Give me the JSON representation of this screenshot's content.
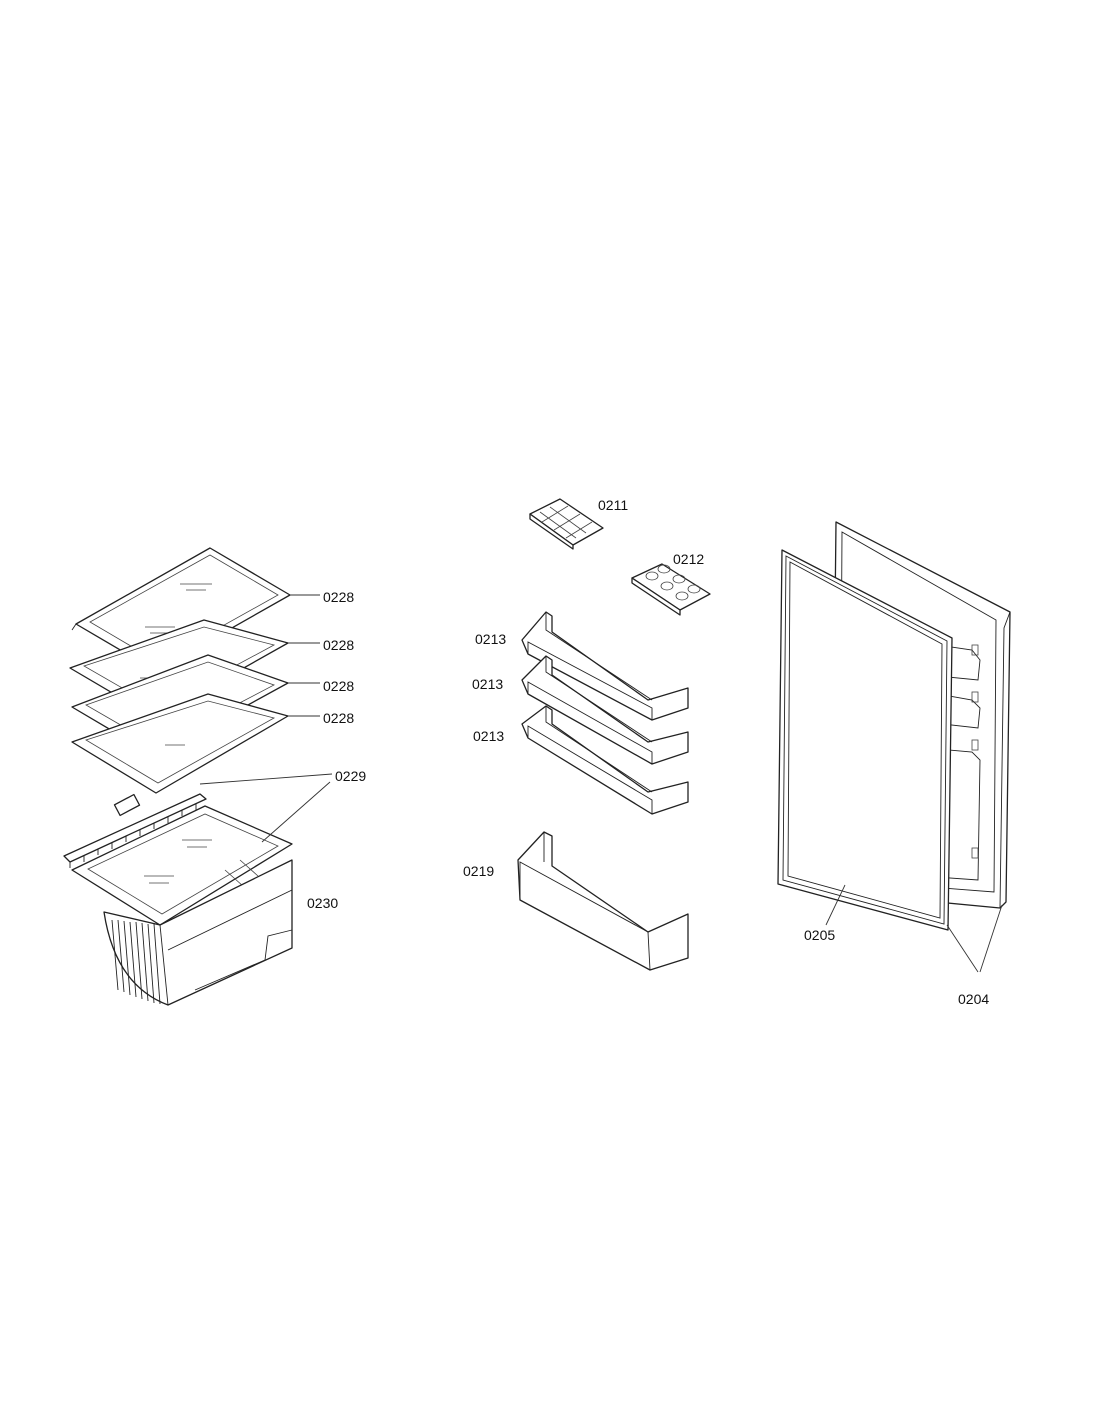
{
  "parts": [
    {
      "id": "shelf-1",
      "label": "0228",
      "name": "glass shelf"
    },
    {
      "id": "shelf-2",
      "label": "0228",
      "name": "glass shelf"
    },
    {
      "id": "shelf-3",
      "label": "0228",
      "name": "glass shelf"
    },
    {
      "id": "shelf-4",
      "label": "0228",
      "name": "glass shelf"
    },
    {
      "id": "crisper-cover",
      "label": "0229",
      "name": "crisper cover"
    },
    {
      "id": "crisper-drawer",
      "label": "0230",
      "name": "crisper drawer"
    },
    {
      "id": "ice-tray",
      "label": "0211",
      "name": "ice tray"
    },
    {
      "id": "egg-tray",
      "label": "0212",
      "name": "egg tray"
    },
    {
      "id": "door-shelf-1",
      "label": "0213",
      "name": "door shelf"
    },
    {
      "id": "door-shelf-2",
      "label": "0213",
      "name": "door shelf"
    },
    {
      "id": "door-shelf-3",
      "label": "0213",
      "name": "door shelf"
    },
    {
      "id": "bottle-shelf",
      "label": "0219",
      "name": "bottle shelf"
    },
    {
      "id": "door-gasket",
      "label": "0205",
      "name": "door gasket"
    },
    {
      "id": "door-assembly",
      "label": "0204",
      "name": "door"
    }
  ]
}
